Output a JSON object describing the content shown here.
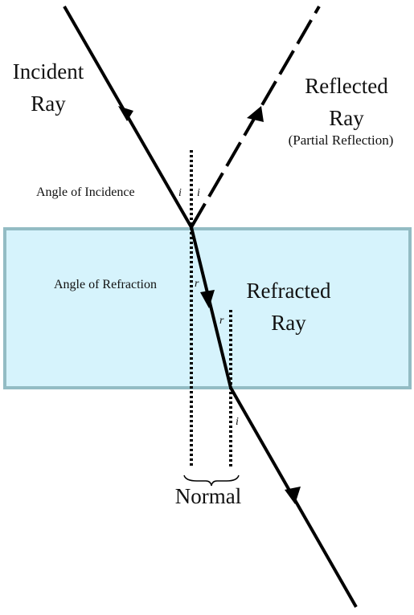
{
  "colors": {
    "glass_fill": "#d6f3fc",
    "glass_border": "#93bcc4",
    "ray": "#000000"
  },
  "labels": {
    "incident_line1": "Incident",
    "incident_line2": "Ray",
    "reflected_line1": "Reflected",
    "reflected_line2": "Ray",
    "partial_reflection": "(Partial Reflection)",
    "angle_of_incidence": "Angle of Incidence",
    "angle_of_refraction": "Angle of Refraction",
    "refracted_line1": "Refracted",
    "refracted_line2": "Ray",
    "normal": "Normal",
    "angle_i": "i",
    "angle_r": "r"
  }
}
